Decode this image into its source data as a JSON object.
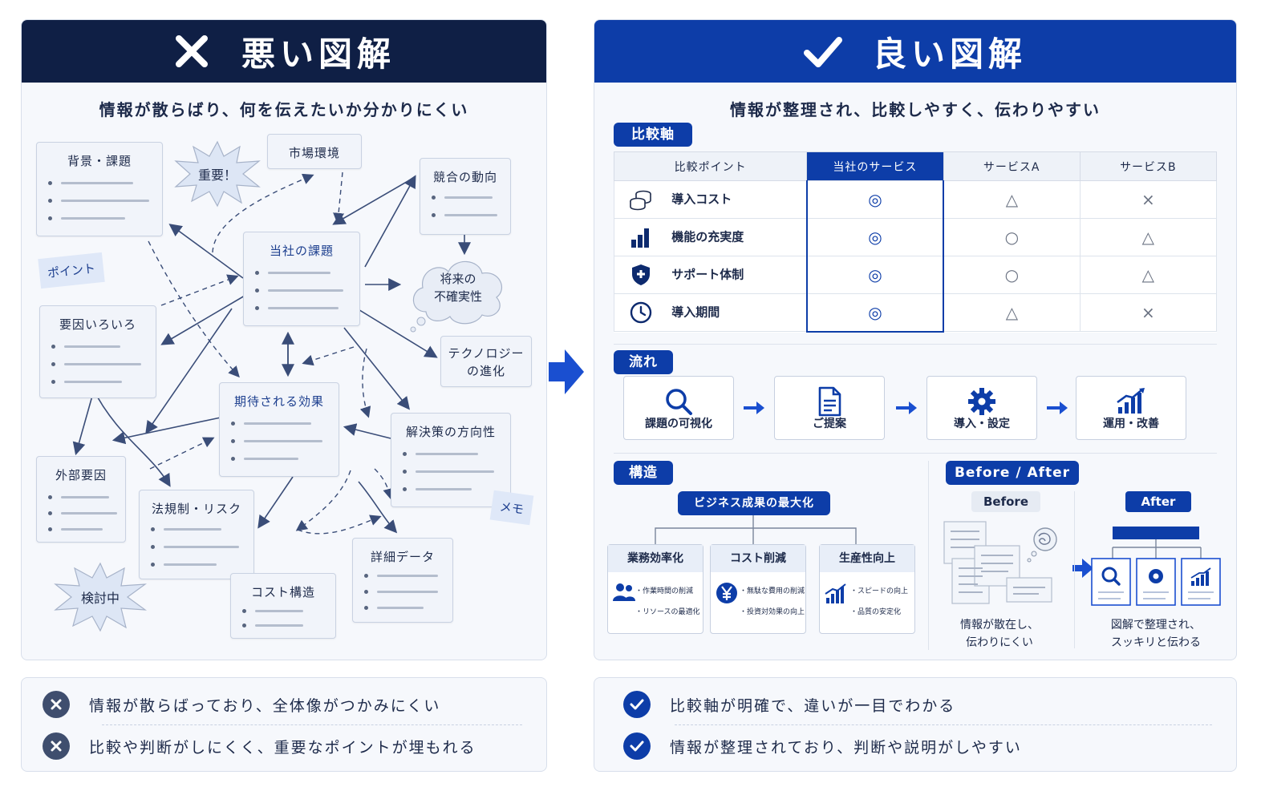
{
  "bad": {
    "title": "悪い図解",
    "subtitle": "情報が散らばり、何を伝えたいか分かりにくい",
    "cards": {
      "background": "背景・課題",
      "market": "市場環境",
      "competition": "競合の動向",
      "our_issue": "当社の課題",
      "factors": "要因いろいろ",
      "technology": "テクノロジー\nの進化",
      "expected": "期待される効果",
      "solution": "解決策の方向性",
      "external": "外部要因",
      "regulation": "法規制・リスク",
      "detail": "詳細データ",
      "cost": "コスト構造"
    },
    "bursts": {
      "important": "重要！",
      "reviewing": "検討中"
    },
    "cloud": "将来の\n不確実性",
    "tags": {
      "point": "ポイント",
      "memo": "メモ"
    },
    "summary": [
      "情報が散らばっており、全体像がつかみにくい",
      "比較や判断がしにくく、重要なポイントが埋もれる"
    ]
  },
  "good": {
    "title": "良い図解",
    "subtitle": "情報が整理され、比較しやすく、伝わりやすい",
    "comparison": {
      "label": "比較軸",
      "headers": [
        "比較ポイント",
        "当社のサービス",
        "サービスA",
        "サービスB"
      ],
      "rows": [
        {
          "icon": "coins-icon",
          "name": "導入コスト",
          "values": [
            "◎",
            "△",
            "×"
          ]
        },
        {
          "icon": "bar-chart-icon",
          "name": "機能の充実度",
          "values": [
            "◎",
            "○",
            "△"
          ]
        },
        {
          "icon": "shield-icon",
          "name": "サポート体制",
          "values": [
            "◎",
            "○",
            "△"
          ]
        },
        {
          "icon": "clock-icon",
          "name": "導入期間",
          "values": [
            "◎",
            "△",
            "×"
          ]
        }
      ]
    },
    "flow": {
      "label": "流れ",
      "steps": [
        {
          "icon": "search-icon",
          "label": "課題の可視化"
        },
        {
          "icon": "document-icon",
          "label": "ご提案"
        },
        {
          "icon": "gear-icon",
          "label": "導入・設定"
        },
        {
          "icon": "growth-chart-icon",
          "label": "運用・改善"
        }
      ]
    },
    "structure": {
      "label": "構造",
      "top": "ビジネス成果の最大化",
      "children": [
        {
          "icon": "people-icon",
          "title": "業務効率化",
          "items": [
            "・作業時間の削減",
            "・リソースの最適化"
          ]
        },
        {
          "icon": "yen-icon",
          "title": "コスト削減",
          "items": [
            "・無駄な費用の削減",
            "・投資対効果の向上"
          ]
        },
        {
          "icon": "growth-chart-icon",
          "title": "生産性向上",
          "items": [
            "・スピードの向上",
            "・品質の安定化"
          ]
        }
      ]
    },
    "before_after": {
      "label": "Before / After",
      "before": "Before",
      "after": "After",
      "before_caption": [
        "情報が散在し、",
        "伝わりにくい"
      ],
      "after_caption": [
        "図解で整理され、",
        "スッキリと伝わる"
      ]
    },
    "summary": [
      "比較軸が明確で、違いが一目でわかる",
      "情報が整理されており、判断や説明がしやすい"
    ]
  },
  "colors": {
    "navy": "#0f1f45",
    "blue": "#0d3da8",
    "arrow": "#1a4fd0"
  }
}
